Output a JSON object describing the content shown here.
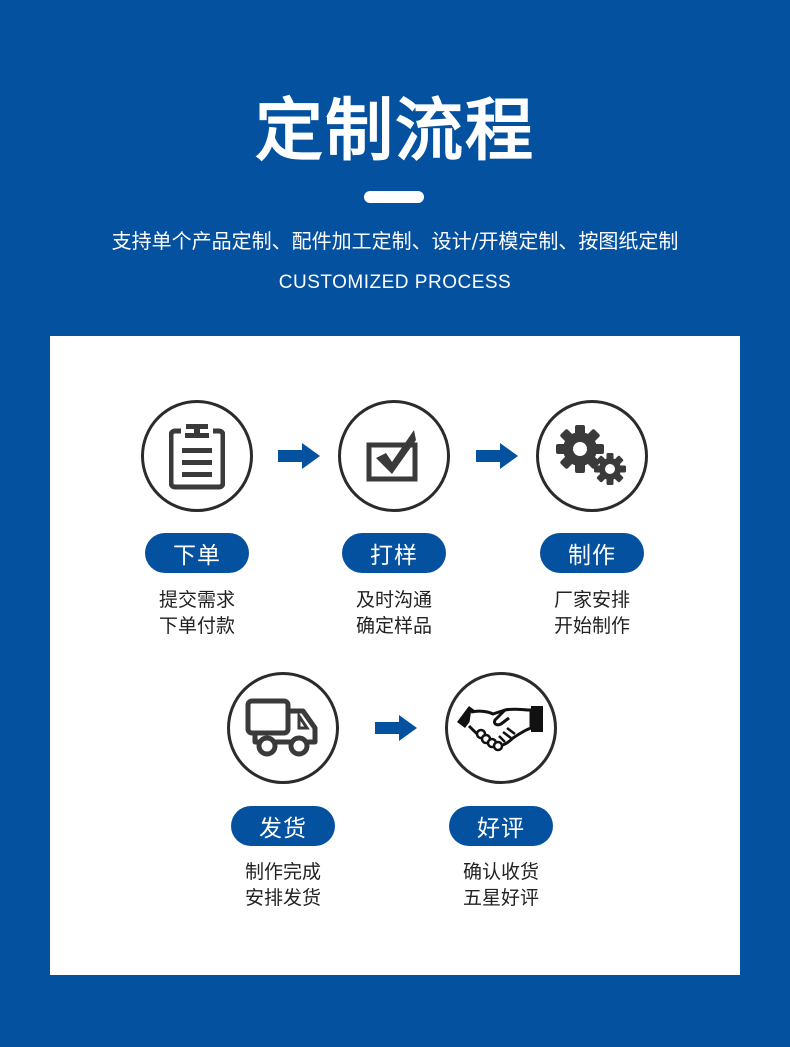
{
  "header": {
    "title": "定制流程",
    "subtitle": "支持单个产品定制、配件加工定制、设计/开模定制、按图纸定制",
    "subtitle_en": "CUSTOMIZED PROCESS"
  },
  "colors": {
    "brand_blue": "#0451a0",
    "panel_bg": "#ffffff",
    "icon_dark": "#3a3a3a"
  },
  "steps": [
    {
      "label": "下单",
      "icon": "clipboard-icon",
      "desc_line1": "提交需求",
      "desc_line2": "下单付款"
    },
    {
      "label": "打样",
      "icon": "checkbox-check-icon",
      "desc_line1": "及时沟通",
      "desc_line2": "确定样品"
    },
    {
      "label": "制作",
      "icon": "gears-icon",
      "desc_line1": "厂家安排",
      "desc_line2": "开始制作"
    },
    {
      "label": "发货",
      "icon": "truck-icon",
      "desc_line1": "制作完成",
      "desc_line2": "安排发货"
    },
    {
      "label": "好评",
      "icon": "handshake-icon",
      "desc_line1": "确认收货",
      "desc_line2": "五星好评"
    }
  ]
}
